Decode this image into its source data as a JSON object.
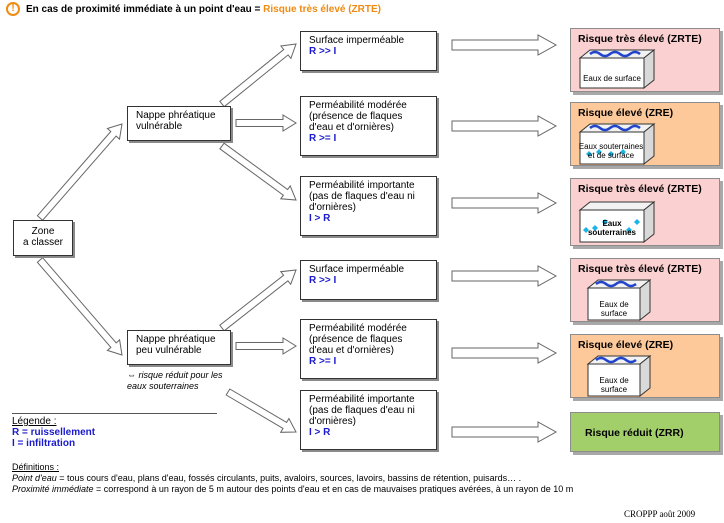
{
  "header": {
    "intro": "En cas de proximité immédiate à un point d'eau = ",
    "highlight": "Risque très élevé (ZRTE)",
    "colors": {
      "highlight": "#ef8b12",
      "warning": "#ef8b12"
    }
  },
  "warning_icon": "exclamation-circle-icon",
  "zone": {
    "line1": "Zone",
    "line2": "a classer"
  },
  "nappes": {
    "vulnerable": {
      "line1": "Nappe phréatique",
      "line2": "vulnérable"
    },
    "peu_vulnerable": {
      "line1": "Nappe phréatique",
      "line2": "peu vulnérable"
    },
    "note_line1": "⇔ risque réduit pour les",
    "note_line2": "eaux souterraines"
  },
  "conditions": [
    {
      "lines": [
        "Surface imperméable"
      ],
      "formula": "R >> I"
    },
    {
      "lines": [
        "Perméabilité modérée",
        "(présence de flaques",
        "d'eau et d'ornières)"
      ],
      "formula": "R >= I"
    },
    {
      "lines": [
        "Perméabilité importante",
        "(pas de  flaques d'eau ni",
        "d'ornières)"
      ],
      "formula": "I > R"
    },
    {
      "lines": [
        "Surface imperméable"
      ],
      "formula": "R >> I"
    },
    {
      "lines": [
        "Perméabilité modérée",
        "(présence de flaques",
        "d'eau et d'ornières)"
      ],
      "formula": "R >= I"
    },
    {
      "lines": [
        "Perméabilité importante",
        "(pas de  flaques d'eau ni",
        "d'ornières)"
      ],
      "formula": "I > R"
    }
  ],
  "risks": [
    {
      "label": "Risque très élevé (ZRTE)",
      "cube": [
        "Eaux de surface"
      ]
    },
    {
      "label": "Risque élevé (ZRE)",
      "cube": [
        "Eaux souterraines",
        "et de surface"
      ]
    },
    {
      "label": "Risque très élevé (ZRTE)",
      "cube": [
        "Eaux",
        "souterraines"
      ]
    },
    {
      "label": "Risque très élevé (ZRTE)",
      "cube": [
        "Eaux de",
        "surface"
      ]
    },
    {
      "label": "Risque élevé (ZRE)",
      "cube": [
        "Eaux de",
        "surface"
      ]
    },
    {
      "label": "Risque réduit (ZRR)",
      "cube": []
    }
  ],
  "risk_colors": {
    "very_high": "#fbd0d0",
    "high": "#fdc89a",
    "reduced": "#a3cf6b"
  },
  "legend": {
    "title": "Légende :",
    "r": "R = ruissellement",
    "i": "I = infiltration",
    "color": "#1a1acc"
  },
  "definitions": {
    "title": "Définitions :",
    "point_term": "Point d'eau",
    "point_text": " = tous cours d'eau, plans d'eau, fossés circulants, puits, avaloirs, sources, lavoirs, bassins de rétention, puisards… .",
    "prox_term": "Proximité immédiate",
    "prox_text": "  =  correspond à un rayon de 5 m autour des points d'eau et en cas de mauvaises pratiques avérées,  à un rayon de 10 m"
  },
  "footer": "CROPPP août 2009"
}
